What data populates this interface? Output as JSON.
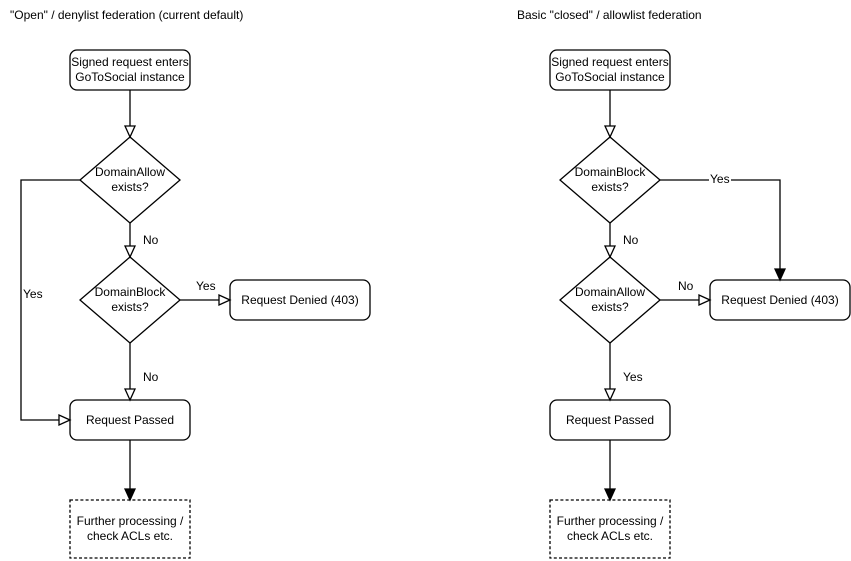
{
  "canvas": {
    "background": "#ffffff",
    "line_color": "#000000",
    "text_color": "#000000"
  },
  "diagrams": [
    {
      "title": "\"Open\" / denylist federation (current default)",
      "nodes": {
        "start": "Signed request enters\nGoToSocial instance",
        "check1": "DomainAllow\nexists?",
        "check2": "DomainBlock\nexists?",
        "denied": "Request Denied (403)",
        "passed": "Request Passed",
        "further": "Further processing /\ncheck ACLs etc."
      },
      "edges": {
        "check1_no": "No",
        "check1_yes": "Yes",
        "check2_yes": "Yes",
        "check2_no": "No"
      }
    },
    {
      "title": "Basic \"closed\" / allowlist federation",
      "nodes": {
        "start": "Signed request enters\nGoToSocial instance",
        "check1": "DomainBlock\nexists?",
        "check2": "DomainAllow\nexists?",
        "denied": "Request Denied (403)",
        "passed": "Request Passed",
        "further": "Further processing /\ncheck ACLs etc."
      },
      "edges": {
        "check1_yes": "Yes",
        "check1_no": "No",
        "check2_no": "No",
        "check2_yes": "Yes"
      }
    }
  ]
}
